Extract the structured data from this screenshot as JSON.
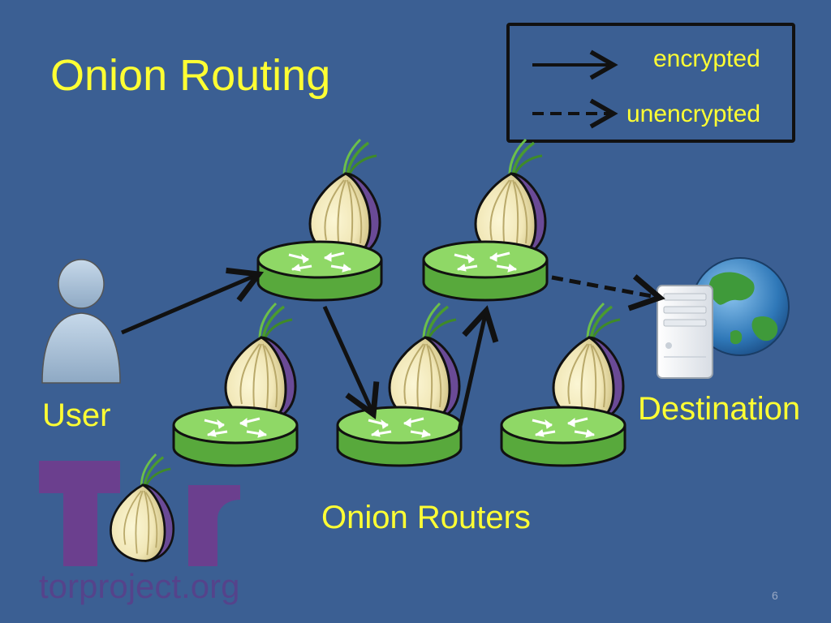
{
  "title": "Onion Routing",
  "legend": {
    "encrypted_label": "encrypted",
    "unencrypted_label": "unencrypted"
  },
  "labels": {
    "user": "User",
    "destination": "Destination",
    "routers": "Onion Routers"
  },
  "logo": {
    "wordmark": "Tor",
    "url": "torproject.org"
  },
  "slide_number": "6",
  "colors": {
    "background": "#3b5f93",
    "text": "#ffff33",
    "router_green": "#7ccf55",
    "onion_purple": "#6a4a96"
  }
}
